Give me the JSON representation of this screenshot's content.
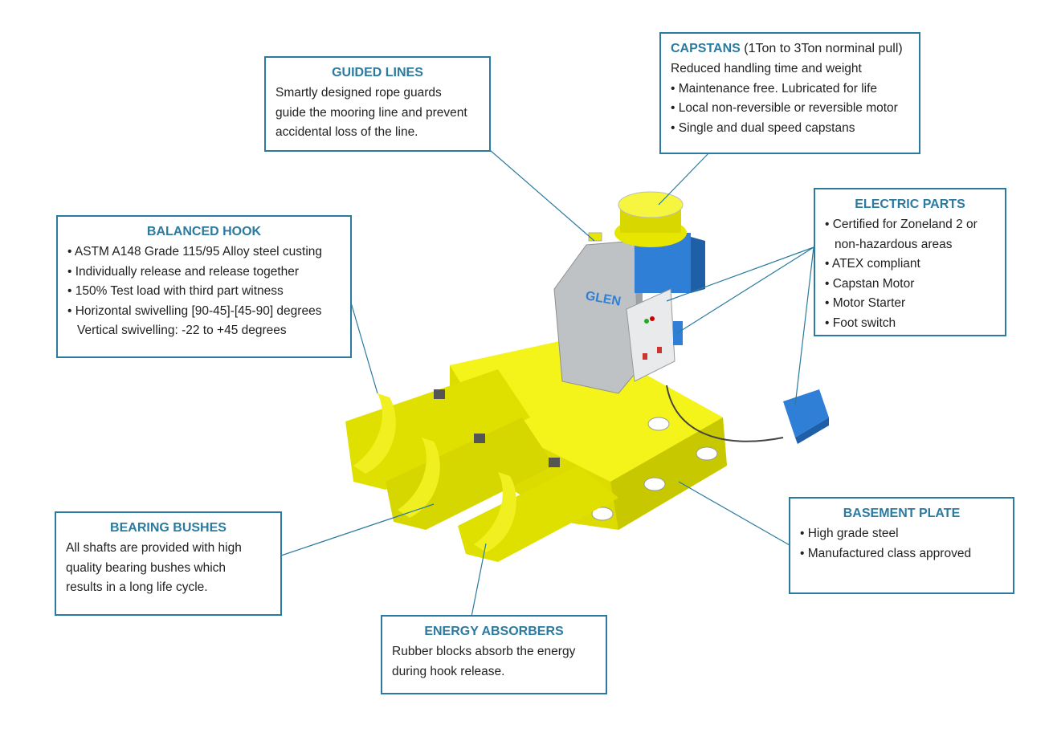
{
  "brand": "GLEN",
  "colors": {
    "accent": "#2b7aa0",
    "hook_yellow": "#e6e600",
    "motor_blue": "#2f7fd6",
    "housing_grey": "#b9bcbf"
  },
  "callouts": {
    "guided_lines": {
      "title": "GUIDED LINES",
      "lines": [
        "Smartly designed rope guards",
        "guide the mooring line and prevent",
        "accidental loss of the line."
      ]
    },
    "capstans": {
      "title": "CAPSTANS",
      "title_suffix": "(1Ton to 3Ton norminal pull)",
      "lines": [
        "Reduced handling time and weight",
        "• Maintenance free. Lubricated for life",
        "• Local non-reversible or reversible motor",
        "• Single and dual speed capstans"
      ]
    },
    "electric_parts": {
      "title": "ELECTRIC PARTS",
      "lines": [
        "• Certified for Zoneland 2 or",
        "non-hazardous areas",
        "• ATEX compliant",
        "• Capstan Motor",
        "• Motor Starter",
        "• Foot switch"
      ]
    },
    "balanced_hook": {
      "title": "BALANCED HOOK",
      "lines": [
        "• ASTM A148 Grade 115/95 Alloy steel custing",
        "• Individually release and release together",
        "• 150% Test load with third part witness",
        "• Horizontal swivelling [90-45]-[45-90] degrees",
        "Vertical swivelling: -22 to +45 degrees"
      ]
    },
    "bearing_bushes": {
      "title": "BEARING BUSHES",
      "lines": [
        "All shafts are provided with high",
        "quality bearing bushes which",
        "results in a long life cycle."
      ]
    },
    "energy_absorbers": {
      "title": "ENERGY ABSORBERS",
      "lines": [
        "Rubber blocks absorb the energy",
        "during hook release."
      ]
    },
    "basement_plate": {
      "title": "BASEMENT PLATE",
      "lines": [
        "• High grade steel",
        "• Manufactured class approved"
      ]
    }
  }
}
